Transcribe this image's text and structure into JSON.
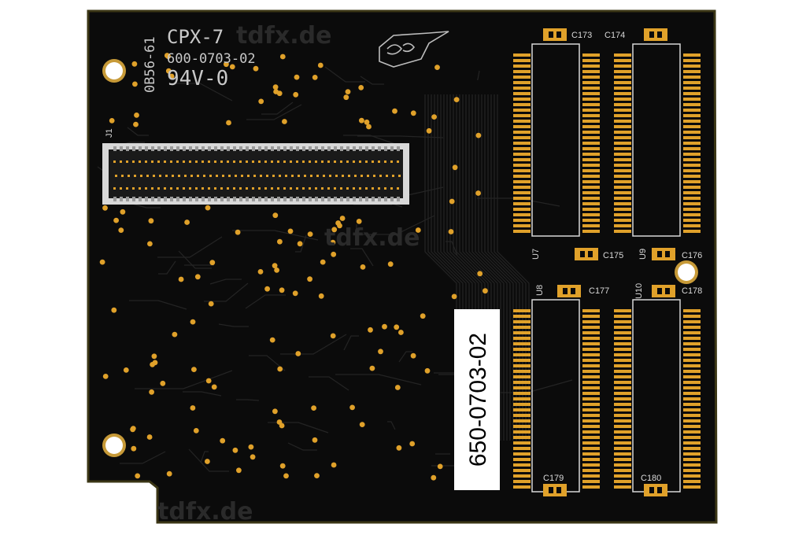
{
  "board": {
    "silkscreen": {
      "model": "CPX-7",
      "part_code": "600-0703-02",
      "rating": "94V-0",
      "vertical_code": "0B56-61",
      "connector_ref": "J1"
    },
    "watermark": "tdfx.de",
    "sticker_label": "650-0703-02",
    "chip_refs": [
      "U7",
      "U8",
      "U9",
      "U10"
    ],
    "cap_refs": [
      "C173",
      "C174",
      "C175",
      "C176",
      "C177",
      "C178",
      "C179",
      "C180"
    ]
  },
  "colors": {
    "pcb": "#0b0b0b",
    "gold": "#e0a12a",
    "mask_edge": "#3b3615",
    "label": "#ffffff"
  }
}
